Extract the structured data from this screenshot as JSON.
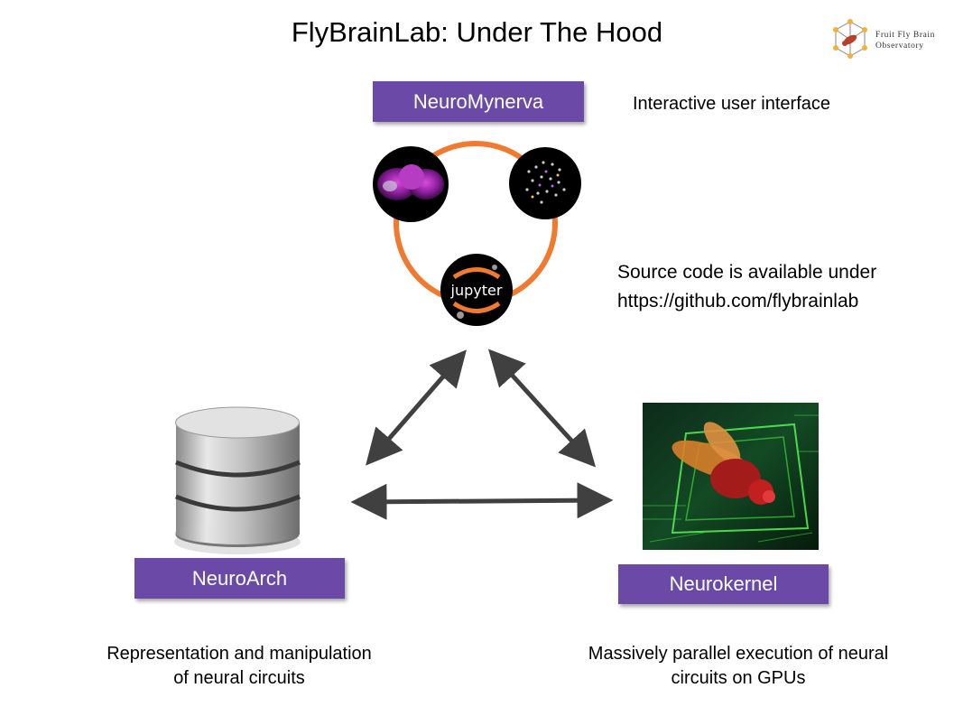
{
  "title": "FlyBrainLab: Under The Hood",
  "logo": {
    "line1": "Fruit Fly Brain",
    "line2": "Observatory",
    "icon": "fly-cube-logo"
  },
  "neuromynerva": {
    "label": "NeuroMynerva",
    "description": "Interactive user interface",
    "jupyter_label": "jupyter",
    "ring_color": "#f07a30"
  },
  "source_code": {
    "line1": "Source code is available under",
    "line2": "https://github.com/flybrainlab"
  },
  "neuroarch": {
    "label": "NeuroArch",
    "desc_line1": "Representation and manipulation",
    "desc_line2": "of neural circuits"
  },
  "neurokernel": {
    "label": "Neurokernel",
    "desc_line1": "Massively parallel execution of neural",
    "desc_line2": "circuits on GPUs"
  },
  "colors": {
    "box": "#6a4aa6",
    "arrow": "#404040"
  }
}
